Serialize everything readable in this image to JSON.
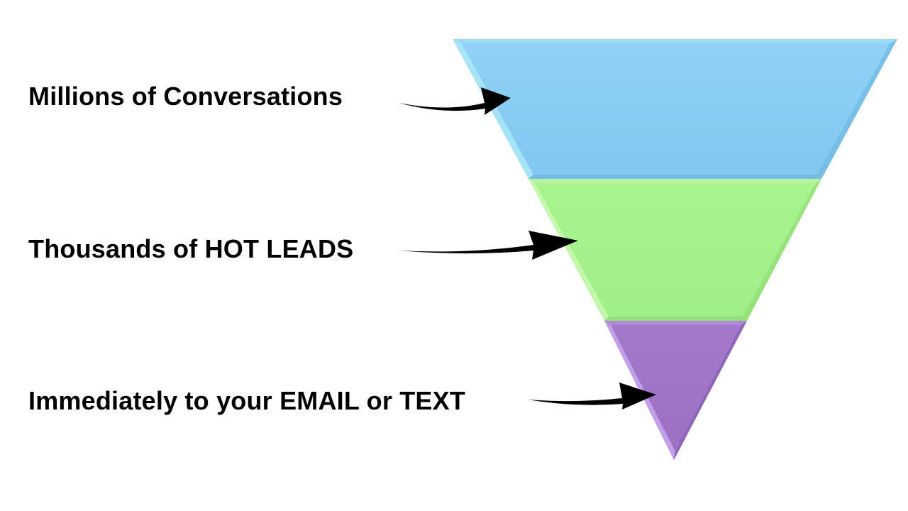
{
  "stages": [
    {
      "label": "Millions of Conversations",
      "color": "#85CBF2",
      "edge_color": "#A8E2F8"
    },
    {
      "label": "Thousands of HOT LEADS",
      "color": "#A6F28A",
      "edge_color": "#C4F6AE"
    },
    {
      "label": "Immediately to your EMAIL or TEXT",
      "color": "#9D72C7",
      "edge_color": "#C2A0E8"
    }
  ],
  "arrow_color": "#000000",
  "background": "#FFFFFF"
}
